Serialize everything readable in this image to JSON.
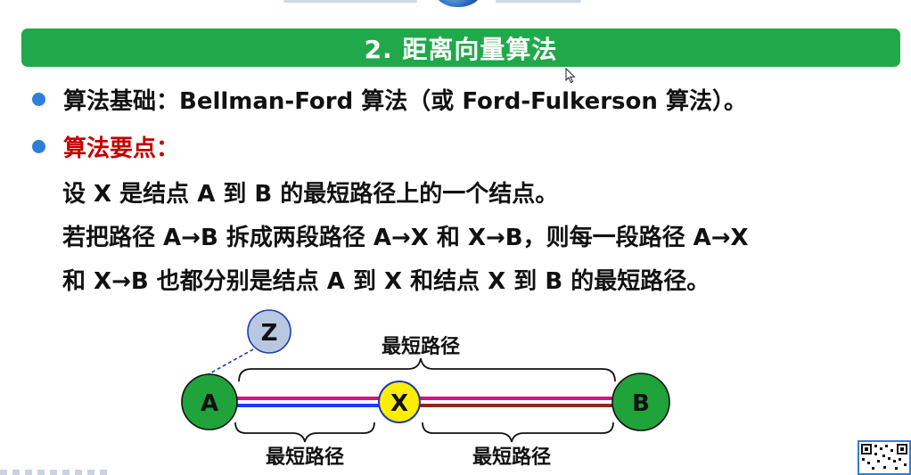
{
  "header": {
    "title": "2. 距离向量算法"
  },
  "bullets": [
    {
      "text": "算法基础：Bellman-Ford 算法（或 Ford-Fulkerson 算法）。"
    },
    {
      "text": "算法要点："
    }
  ],
  "body_lines": [
    "设 X 是结点 A 到 B 的最短路径上的一个结点。",
    "若把路径 A→B 拆成两段路径 A→X 和 X→B，则每一段路径 A→X",
    "和 X→B 也都分别是结点 A 到 X 和结点 X 到 B 的最短路径。"
  ],
  "diagram": {
    "nodes": {
      "a": "A",
      "x": "X",
      "b": "B",
      "z": "Z"
    },
    "labels": {
      "top": "最短路径",
      "bottom_left": "最短路径",
      "bottom_right": "最短路径"
    }
  },
  "colors": {
    "title_bar": "#21a84a",
    "bullet_dot": "#2d7fd8",
    "emphasis": "#c00000",
    "node_green": "#1fa33a",
    "node_yellow": "#ffee00",
    "node_z": "#b8c8e0",
    "path_magenta": "#d4157f",
    "path_blue": "#1a3cff",
    "path_brown": "#8b2a12"
  }
}
